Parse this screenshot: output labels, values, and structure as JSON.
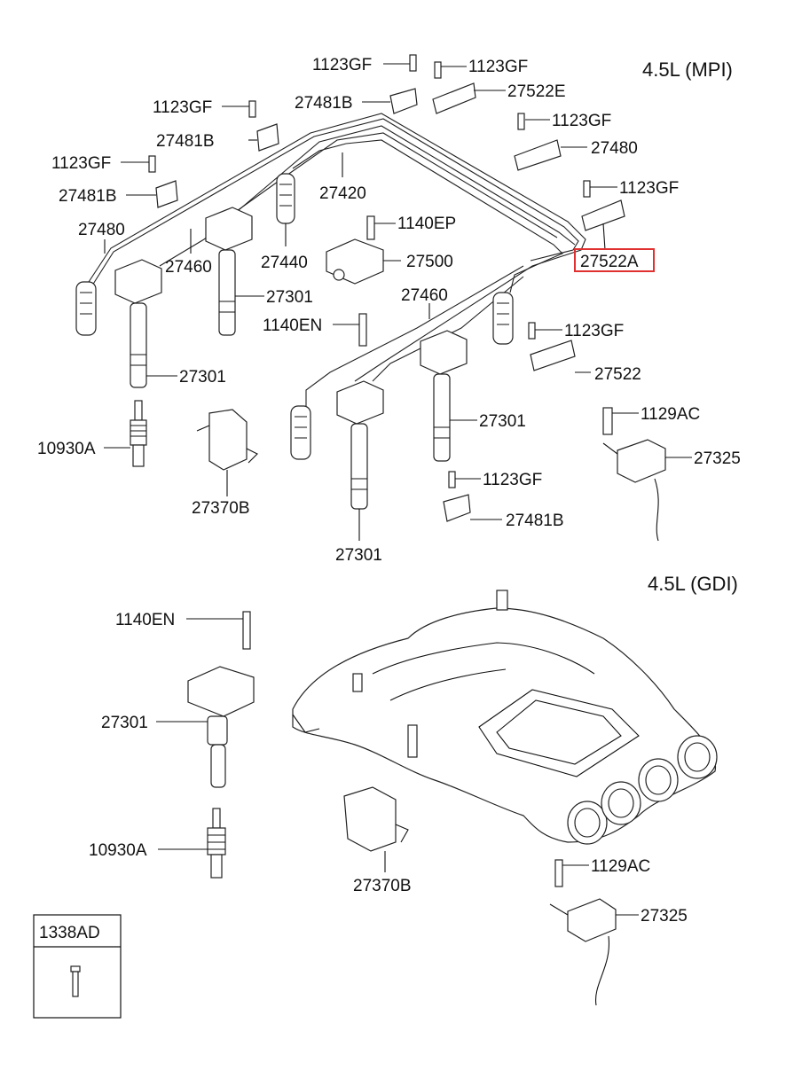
{
  "sections": {
    "mpi": {
      "title": "4.5L (MPI)"
    },
    "gdi": {
      "title": "4.5L (GDI)"
    }
  },
  "highlight": {
    "label": "27522A",
    "color": "#e03030"
  },
  "labels": {
    "l1123gf_a": "1123GF",
    "l1123gf_b": "1123GF",
    "l27522e": "27522E",
    "l27481b_a": "27481B",
    "l1123gf_c": "1123GF",
    "l1123gf_d": "1123GF",
    "l27480_a": "27480",
    "l27481b_b": "27481B",
    "l1123gf_e": "1123GF",
    "l27420": "27420",
    "l1123gf_f": "1123GF",
    "l27481b_c": "27481B",
    "l27480_b": "27480",
    "l1140ep": "1140EP",
    "l27460_a": "27460",
    "l27440": "27440",
    "l27500": "27500",
    "l27522a": "27522A",
    "l27301_a": "27301",
    "l27460_b": "27460",
    "l1140en_a": "1140EN",
    "l1123gf_g": "1123GF",
    "l27301_b": "27301",
    "l27522": "27522",
    "l1129ac_a": "1129AC",
    "l27301_c": "27301",
    "l10930a_a": "10930A",
    "l27325_a": "27325",
    "l1123gf_h": "1123GF",
    "l27370b_a": "27370B",
    "l27481b_d": "27481B",
    "l27301_d": "27301",
    "l1140en_b": "1140EN",
    "l27301_e": "27301",
    "l10930a_b": "10930A",
    "l27370b_b": "27370B",
    "l1129ac_b": "1129AC",
    "l27325_b": "27325"
  },
  "legend_box": {
    "label": "1338AD"
  }
}
